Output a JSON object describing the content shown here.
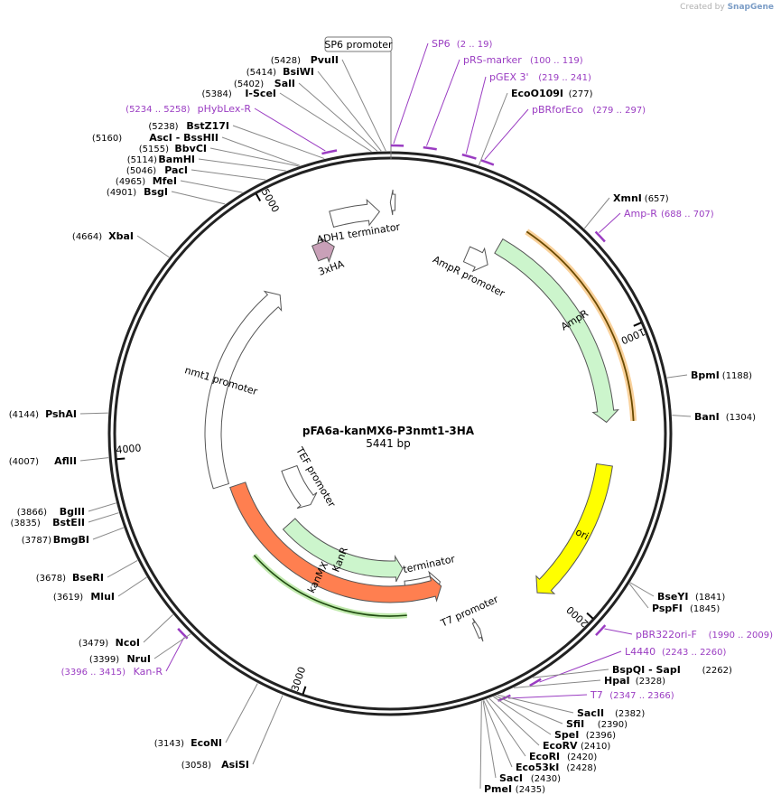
{
  "credit": {
    "prefix": "Created by",
    "brand": "SnapGene"
  },
  "plasmid": {
    "name": "pFA6a-kanMX6-P3nmt1-3HA",
    "size_label": "5441 bp",
    "length": 5441
  },
  "ticks": [
    {
      "pos": 1000,
      "label": "1000"
    },
    {
      "pos": 2000,
      "label": "2000"
    },
    {
      "pos": 3000,
      "label": "3000"
    },
    {
      "pos": 4000,
      "label": "4000"
    },
    {
      "pos": 5000,
      "label": "5000"
    }
  ],
  "sites": [
    {
      "name": "PvuII",
      "pos": 5428,
      "pos_label": "(5428)"
    },
    {
      "name": "BsiWI",
      "pos": 5414,
      "pos_label": "(5414)"
    },
    {
      "name": "SalI",
      "pos": 5402,
      "pos_label": "(5402)"
    },
    {
      "name": "I-SceI",
      "pos": 5384,
      "pos_label": "(5384)"
    },
    {
      "name": "BstZ17I",
      "pos": 5238,
      "pos_label": "(5238)"
    },
    {
      "name": "AscI  - BssHII",
      "pos": 5160,
      "pos_label": "(5160)"
    },
    {
      "name": "BbvCI",
      "pos": 5155,
      "pos_label": "(5155)"
    },
    {
      "name": "BamHI",
      "pos": 5114,
      "pos_label": "(5114)"
    },
    {
      "name": "PacI",
      "pos": 5046,
      "pos_label": "(5046)"
    },
    {
      "name": "MfeI",
      "pos": 4965,
      "pos_label": "(4965)"
    },
    {
      "name": "BsgI",
      "pos": 4901,
      "pos_label": "(4901)"
    },
    {
      "name": "XbaI",
      "pos": 4664,
      "pos_label": "(4664)"
    },
    {
      "name": "PshAI",
      "pos": 4144,
      "pos_label": "(4144)"
    },
    {
      "name": "AflII",
      "pos": 4007,
      "pos_label": "(4007)"
    },
    {
      "name": "BglII",
      "pos": 3866,
      "pos_label": "(3866)"
    },
    {
      "name": "BstEII",
      "pos": 3835,
      "pos_label": "(3835)"
    },
    {
      "name": "BmgBI",
      "pos": 3787,
      "pos_label": "(3787)"
    },
    {
      "name": "BseRI",
      "pos": 3678,
      "pos_label": "(3678)"
    },
    {
      "name": "MluI",
      "pos": 3619,
      "pos_label": "(3619)"
    },
    {
      "name": "NcoI",
      "pos": 3479,
      "pos_label": "(3479)"
    },
    {
      "name": "NruI",
      "pos": 3399,
      "pos_label": "(3399)"
    },
    {
      "name": "EcoNI",
      "pos": 3143,
      "pos_label": "(3143)"
    },
    {
      "name": "AsiSI",
      "pos": 3058,
      "pos_label": "(3058)"
    },
    {
      "name": "EcoO109I",
      "pos": 277,
      "pos_label": "(277)"
    },
    {
      "name": "XmnI",
      "pos": 657,
      "pos_label": "(657)"
    },
    {
      "name": "BpmI",
      "pos": 1188,
      "pos_label": "(1188)"
    },
    {
      "name": "BanI",
      "pos": 1304,
      "pos_label": "(1304)"
    },
    {
      "name": "BseYI",
      "pos": 1841,
      "pos_label": "(1841)"
    },
    {
      "name": "PspFI",
      "pos": 1845,
      "pos_label": "(1845)"
    },
    {
      "name": "BspQI  - SapI",
      "pos": 2262,
      "pos_label": "(2262)"
    },
    {
      "name": "HpaI",
      "pos": 2328,
      "pos_label": "(2328)"
    },
    {
      "name": "SacII",
      "pos": 2382,
      "pos_label": "(2382)"
    },
    {
      "name": "SfiI",
      "pos": 2390,
      "pos_label": "(2390)"
    },
    {
      "name": "SpeI",
      "pos": 2396,
      "pos_label": "(2396)"
    },
    {
      "name": "EcoRV",
      "pos": 2410,
      "pos_label": "(2410)"
    },
    {
      "name": "EcoRI",
      "pos": 2420,
      "pos_label": "(2420)"
    },
    {
      "name": "Eco53kI",
      "pos": 2428,
      "pos_label": "(2428)"
    },
    {
      "name": "SacI",
      "pos": 2430,
      "pos_label": "(2430)"
    },
    {
      "name": "PmeI",
      "pos": 2435,
      "pos_label": "(2435)"
    }
  ],
  "primers": [
    {
      "name": "SP6",
      "range": "(2 .. 19)",
      "start": 2,
      "end": 19
    },
    {
      "name": "pRS-marker",
      "range": "(100 .. 119)",
      "start": 100,
      "end": 119
    },
    {
      "name": "pGEX 3'",
      "range": "(219 .. 241)",
      "start": 219,
      "end": 241
    },
    {
      "name": "pBRforEco",
      "range": "(279 .. 297)",
      "start": 279,
      "end": 297
    },
    {
      "name": "Amp-R",
      "range": "(688 .. 707)",
      "start": 688,
      "end": 707
    },
    {
      "name": "pBR322ori-F",
      "range": "(1990 .. 2009)",
      "start": 1990,
      "end": 2009
    },
    {
      "name": "L4440",
      "range": "(2243 .. 2260)",
      "start": 2243,
      "end": 2260
    },
    {
      "name": "T7",
      "range": "(2347 .. 2366)",
      "start": 2347,
      "end": 2366
    },
    {
      "name": "Kan-R",
      "range": "(3396 .. 3415)",
      "start": 3396,
      "end": 3415
    },
    {
      "name": "pHybLex-R",
      "range": "(5234 .. 5258)",
      "start": 5234,
      "end": 5258
    }
  ],
  "features": [
    {
      "name": "SP6 promoter",
      "start": 1,
      "end": 19,
      "direction": "rev",
      "color": "#ffffff"
    },
    {
      "name": "AmpR promoter",
      "start": 350,
      "end": 454,
      "direction": "fwd",
      "color": "#ffffff"
    },
    {
      "name": "AmpR",
      "start": 455,
      "end": 1315,
      "direction": "fwd",
      "color": "#ccf5cc"
    },
    {
      "name": "ori",
      "start": 1486,
      "end": 2074,
      "direction": "fwd",
      "color": "#ffff00"
    },
    {
      "name": "T7 promoter",
      "start": 2347,
      "end": 2365,
      "direction": "rev",
      "color": "#ffffff"
    },
    {
      "name": "TEF terminator",
      "start": 2438,
      "end": 2636,
      "direction": "rev",
      "color": "#ffffff"
    },
    {
      "name": "KanR",
      "start": 2640,
      "end": 3449,
      "direction": "rev",
      "color": "#ccf5cc"
    },
    {
      "name": "TEF promoter",
      "start": 3450,
      "end": 3793,
      "direction": "rev",
      "color": "#ffffff"
    },
    {
      "name": "kanMX",
      "start": 2440,
      "end": 3800,
      "direction": "rev",
      "color": "#ff7f50"
    },
    {
      "name": "nmt1 promoter",
      "start": 3820,
      "end": 4860,
      "direction": "fwd",
      "color": "#ffffff"
    },
    {
      "name": "3xHA",
      "start": 5100,
      "end": 5190,
      "direction": "fwd",
      "color": "#c9a0b8"
    },
    {
      "name": "ADH1 terminator",
      "start": 5210,
      "end": 5400,
      "direction": "fwd",
      "color": "#ffffff"
    }
  ],
  "highlight": {
    "name": "Amp-R gene span",
    "start": 455,
    "end": 1315,
    "color": "#f7c27a"
  },
  "kan_highlight": {
    "start": 2640,
    "end": 3449,
    "color": "#a5e08a"
  }
}
